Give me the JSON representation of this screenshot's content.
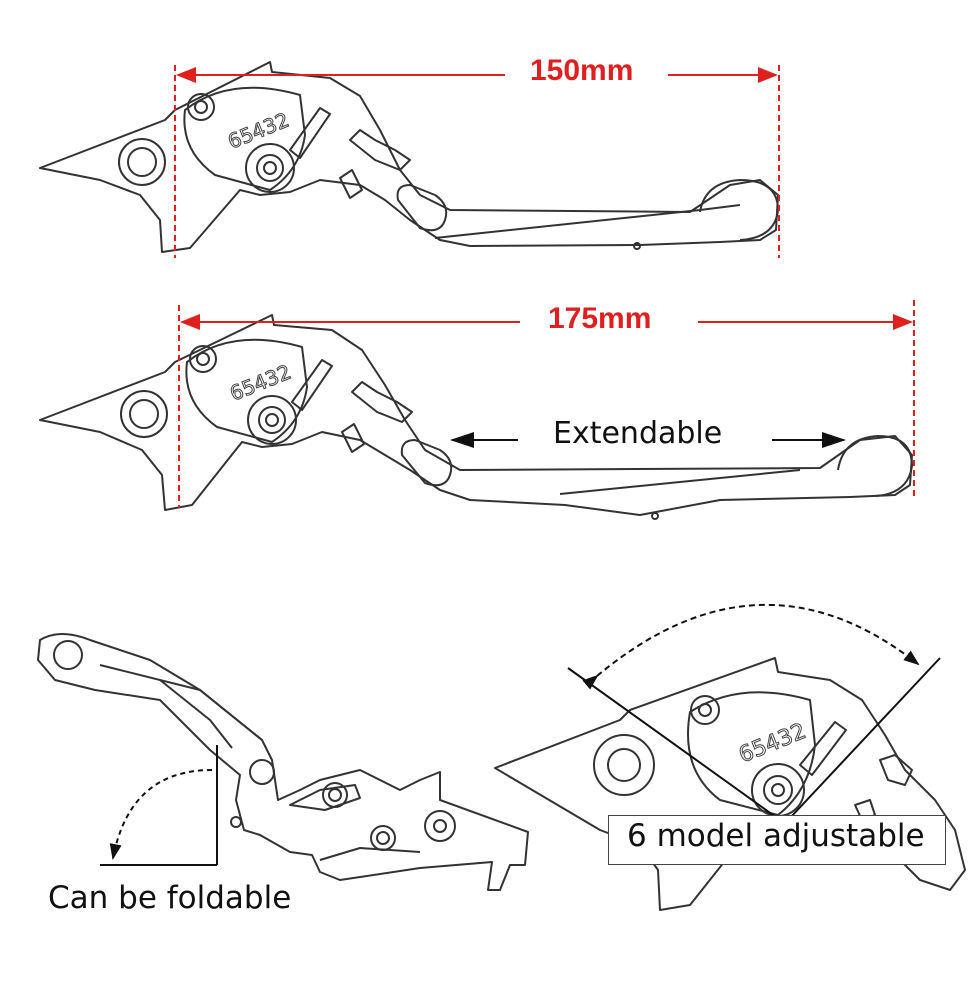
{
  "dimensions": {
    "short": {
      "label": "150mm"
    },
    "long": {
      "label": "175mm"
    }
  },
  "features": {
    "extendable": "Extendable",
    "foldable": "Can be foldable",
    "adjustable": "6 model adjustable"
  },
  "engraving": "65432",
  "colors": {
    "dimension": "#e0201e",
    "text": "#111111",
    "outline": "#333333"
  },
  "icons": [
    "lever-outline",
    "dimension-arrow",
    "curved-arrow"
  ]
}
